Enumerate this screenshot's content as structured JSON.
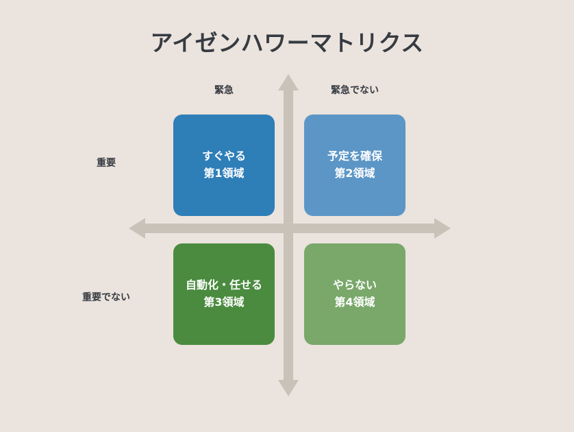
{
  "diagram": {
    "title": "アイゼンハワーマトリクス",
    "background_color": "#EBE3DD",
    "title_color": "#363B42",
    "axis_color": "#C9C2B8",
    "axes": {
      "top_label": "緊急",
      "top_right_label": "緊急でない",
      "left_upper_label": "重要",
      "left_lower_label": "重要でない",
      "vertical_arrow": "double-arrow-vertical",
      "horizontal_arrow": "double-arrow-horizontal"
    },
    "quadrants": [
      {
        "id": "quadrant-1",
        "action": "すぐやる",
        "name": "第1領域",
        "color": "#2E7EB8",
        "urgency": "緊急",
        "importance": "重要"
      },
      {
        "id": "quadrant-2",
        "action": "予定を確保",
        "name": "第2領域",
        "color": "#5B96C6",
        "urgency": "緊急でない",
        "importance": "重要"
      },
      {
        "id": "quadrant-3",
        "action": "自動化・任せる",
        "name": "第3領域",
        "color": "#4A8B3F",
        "urgency": "緊急",
        "importance": "重要でない"
      },
      {
        "id": "quadrant-4",
        "action": "やらない",
        "name": "第4領域",
        "color": "#79A86A",
        "urgency": "緊急でない",
        "importance": "重要でない"
      }
    ]
  }
}
